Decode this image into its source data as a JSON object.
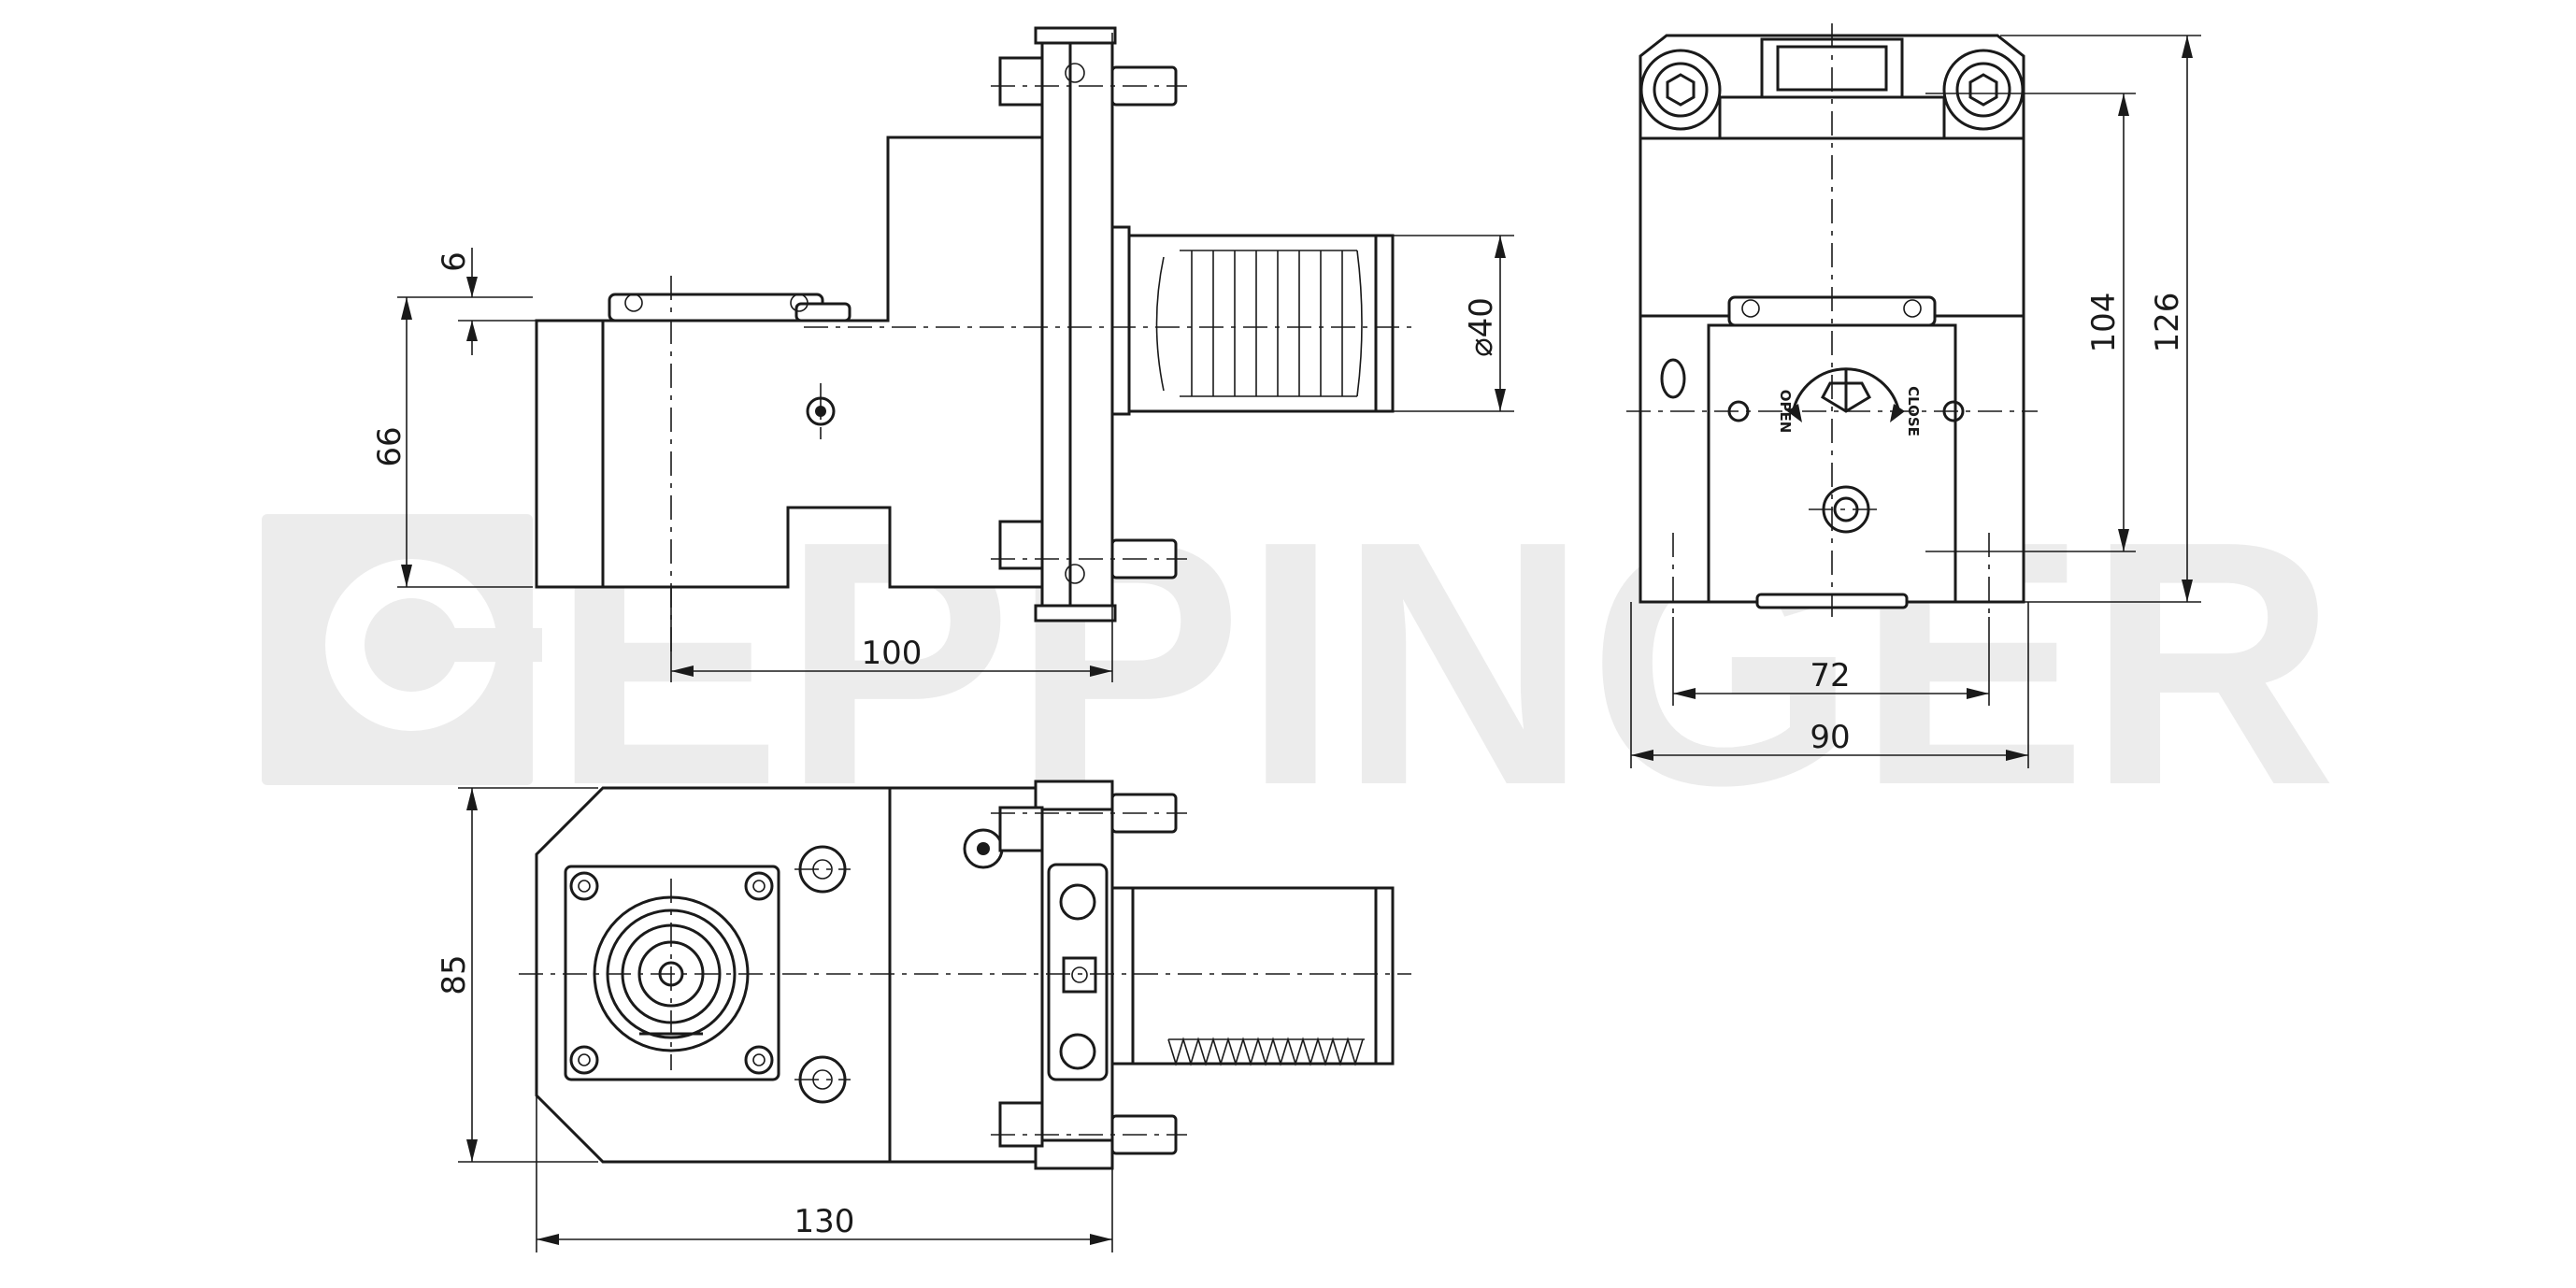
{
  "brand": {
    "watermark_text": "EPPINGER",
    "watermark_color": "#ececec",
    "line_color": "#1a1a1a"
  },
  "views": {
    "side": {
      "dim_height": "66",
      "dim_offset": "6",
      "dim_length": "100",
      "dim_shank": "⌀40"
    },
    "front": {
      "dim_width_inner": "72",
      "dim_width_outer": "90",
      "dim_height_inner": "104",
      "dim_height_outer": "126",
      "label_open": "OPEN",
      "label_close": "CLOSE"
    },
    "top": {
      "dim_width": "85",
      "dim_length": "130"
    }
  }
}
